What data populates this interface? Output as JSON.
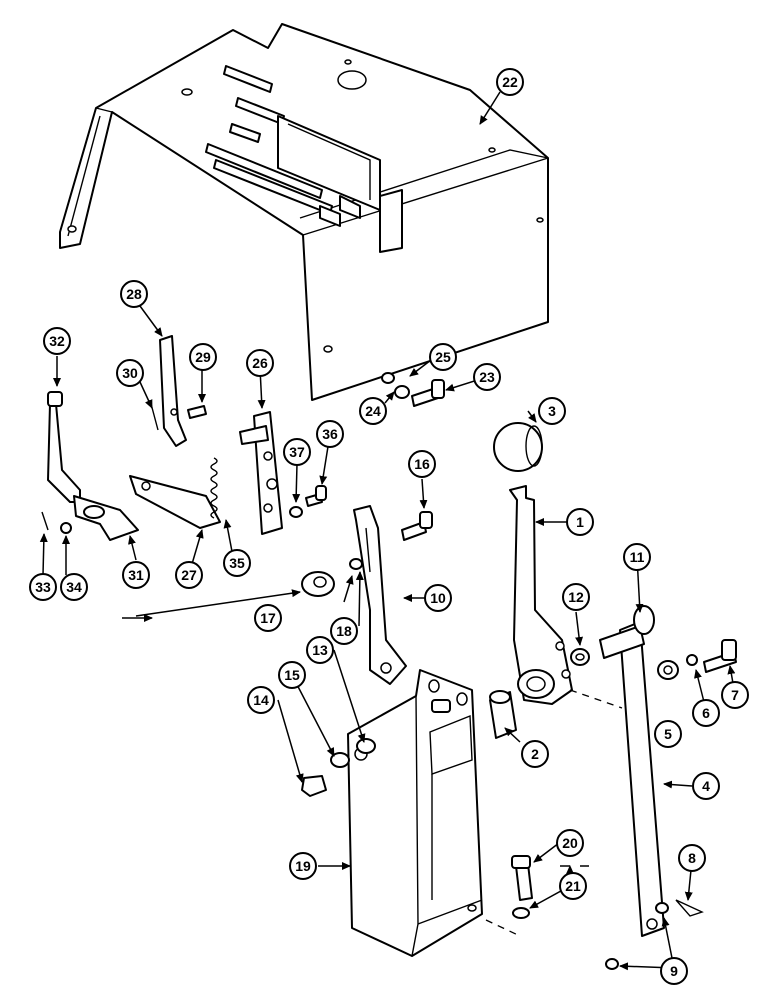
{
  "callouts": [
    "1",
    "2",
    "3",
    "4",
    "5",
    "6",
    "7",
    "8",
    "9",
    "10",
    "11",
    "12",
    "13",
    "14",
    "15",
    "16",
    "17",
    "18",
    "19",
    "20",
    "21",
    "22",
    "23",
    "24",
    "25",
    "26",
    "27",
    "28",
    "29",
    "30",
    "31",
    "32",
    "33",
    "34",
    "35",
    "36",
    "37"
  ]
}
